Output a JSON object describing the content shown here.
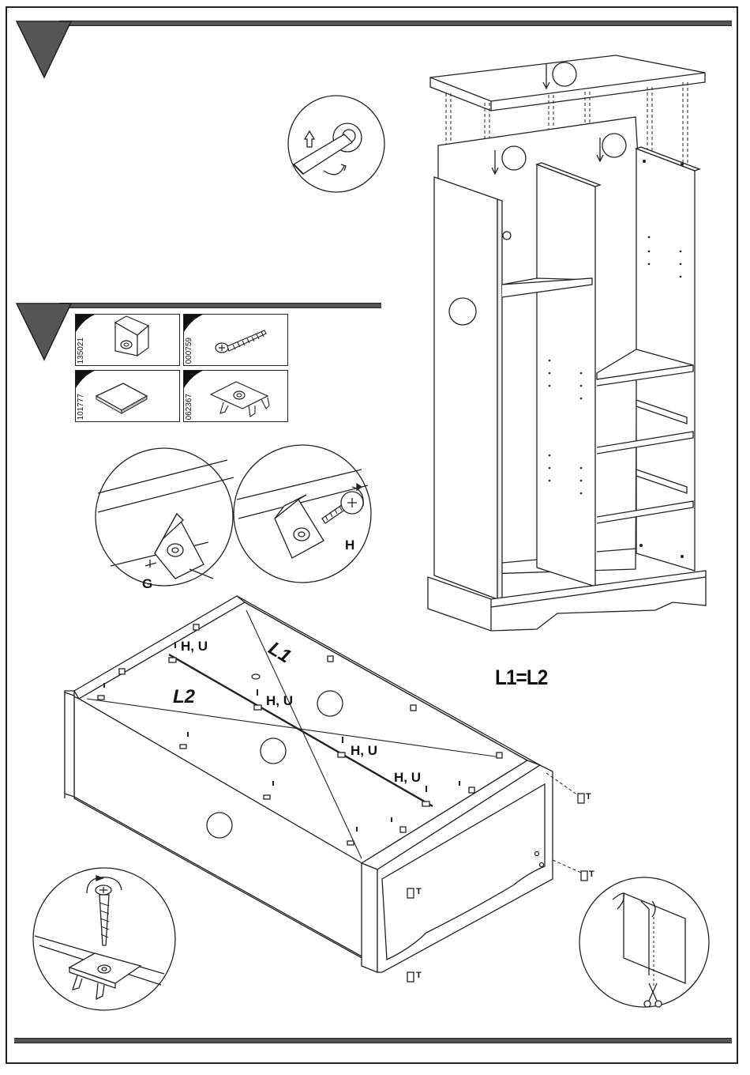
{
  "parts": [
    {
      "code": "135021",
      "icon": "corner-bracket-icon"
    },
    {
      "code": "000759",
      "icon": "screw-icon"
    },
    {
      "code": "101777",
      "icon": "square-pad-icon"
    },
    {
      "code": "062367",
      "icon": "spring-clip-icon"
    }
  ],
  "labels": {
    "g": "G",
    "h": "H",
    "hu": "H, U",
    "l1": "L1",
    "l2": "L2",
    "equation": "L1=L2",
    "t": "T"
  }
}
